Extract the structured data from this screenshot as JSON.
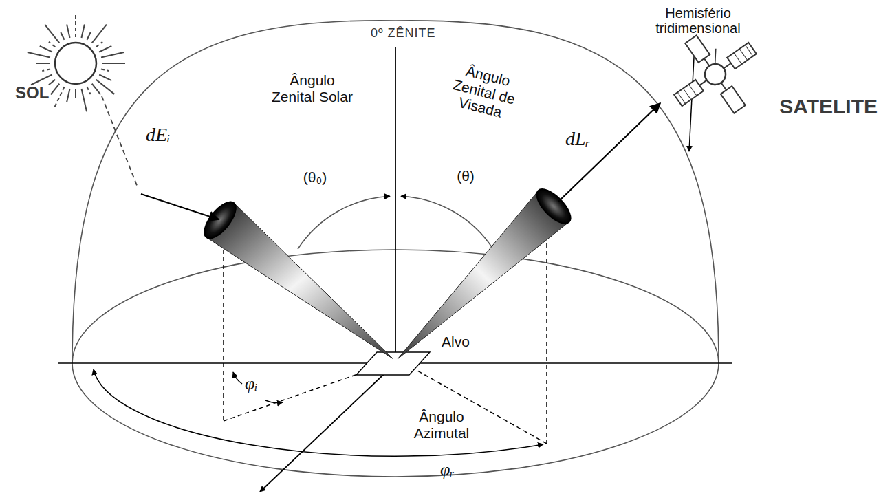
{
  "diagram": {
    "labels": [
      "SOL",
      "dEᵢ",
      "Ângulo Zenital Solar",
      "(θ₀)",
      "0º ZÊNITE",
      "Ângulo Zenital de Visada",
      "(θ)",
      "Hemisfério tridimensional",
      "SATELITE",
      "dLᵣ",
      "Alvo",
      "φᵢ",
      "Ângulo Azimutal",
      "φᵣ"
    ]
  }
}
